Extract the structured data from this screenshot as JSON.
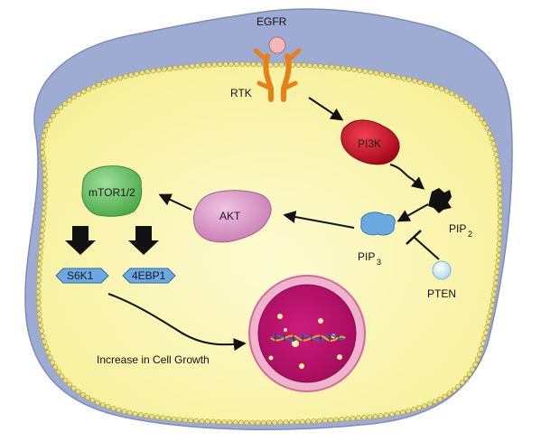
{
  "labels": {
    "egfr": "EGFR",
    "rtk": "RTK",
    "pi3k": "PI3K",
    "pip2_base": "PIP",
    "pip2_sub": "2",
    "pip3_base": "PIP",
    "pip3_sub": "3",
    "pten": "PTEN",
    "akt": "AKT",
    "mtor": "mTOR1/2",
    "s6k1": "S6K1",
    "ebp1": "4EBP1",
    "growth": "Increase in Cell Growth"
  },
  "colors": {
    "cell_outer": "#9fadd6",
    "cytoplasm": "#fbf6a8",
    "membrane_bead": "#e8df7a",
    "receptor": "#f08a1e",
    "ligand": "#f4b7b7",
    "pi3k": "#d4102a",
    "pip3": "#5fa3de",
    "pten": "#bfe3f2",
    "akt": "#dd95c7",
    "mtor": "#6cc56a",
    "s6k1": "#6aa9e3",
    "ebp1": "#6aa9e3",
    "nucleus": "#b8136a",
    "nucleus_ring": "#d76a9e"
  }
}
